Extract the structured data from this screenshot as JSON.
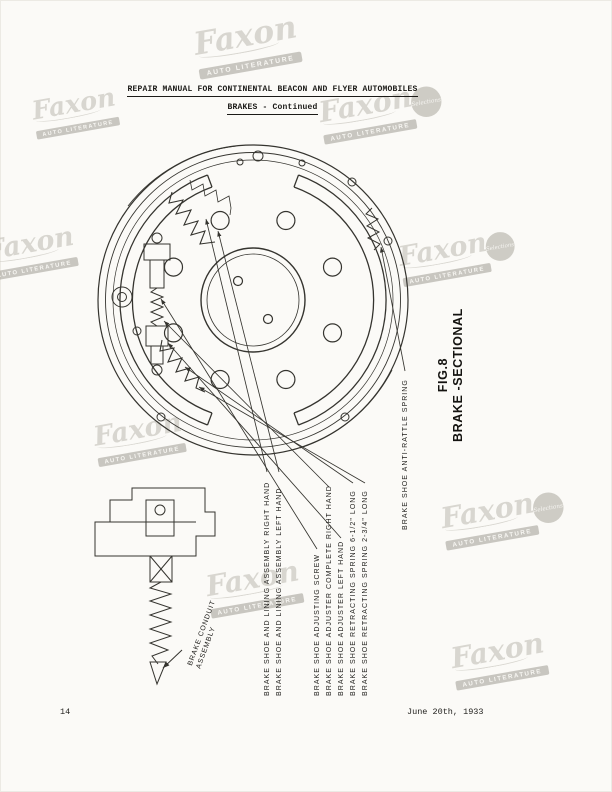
{
  "page": {
    "header_title": "REPAIR MANUAL FOR CONTINENTAL BEACON AND FLYER AUTOMOBILES",
    "section_title": "BRAKES - Continued",
    "page_number": "14",
    "date": "June 20th, 1933"
  },
  "figure": {
    "caption_fig": "FIG.8",
    "caption_name": "BRAKE -SECTIONAL",
    "part_labels": [
      "BRAKE SHOE AND LINING ASSEMBLY RIGHT HAND",
      "BRAKE SHOE AND LINING ASSEMBLY LEFT HAND",
      "BRAKE SHOE ADJUSTING SCREW",
      "BRAKE SHOE ADJUSTER COMPLETE RIGHT HAND",
      "BRAKE SHOE ADJUSTER LEFT HAND",
      "BRAKE SHOE RETRACTING SPRING 6-1/2\" LONG",
      "BRAKE SHOE RETRACTING SPRING 2-3/4\" LONG",
      "BRAKE SHOE ANTI-RATTLE SPRING"
    ],
    "conduit_label_line1": "BRAKE CONDUIT",
    "conduit_label_line2": "ASSEMBLY"
  },
  "watermark": {
    "brand": "Faxon",
    "tagline": "AUTO LITERATURE",
    "badge": "Selections"
  }
}
